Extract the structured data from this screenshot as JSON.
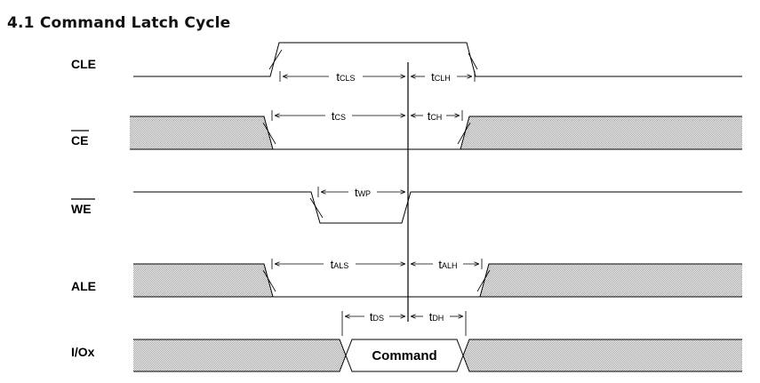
{
  "title": "4.1 Command Latch Cycle",
  "signals": {
    "cle": "CLE",
    "ce": "CE",
    "we": "WE",
    "ale": "ALE",
    "io": "I/Ox"
  },
  "timing_labels": {
    "tcls": {
      "t": "t",
      "sub": "CLS"
    },
    "tclh": {
      "t": "t",
      "sub": "CLH"
    },
    "tcs": {
      "t": "t",
      "sub": "CS"
    },
    "tch": {
      "t": "t",
      "sub": "CH"
    },
    "twp": {
      "t": "t",
      "sub": "WP"
    },
    "tals": {
      "t": "t",
      "sub": "ALS"
    },
    "talh": {
      "t": "t",
      "sub": "ALH"
    },
    "tds": {
      "t": "t",
      "sub": "DS"
    },
    "tdh": {
      "t": "t",
      "sub": "DH"
    }
  },
  "command_label": "Command",
  "colors": {
    "line": "#000000",
    "hatch": "#b8b8b8",
    "background": "#ffffff"
  }
}
